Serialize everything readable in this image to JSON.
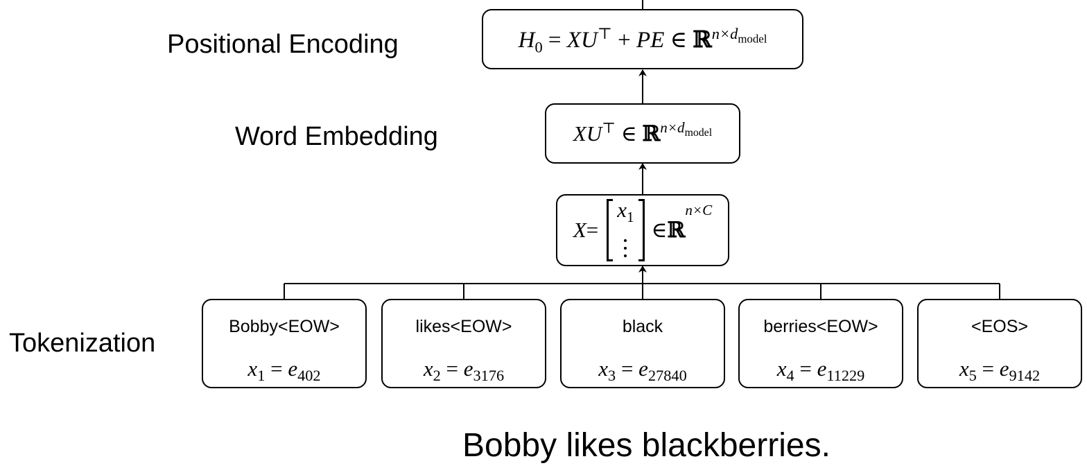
{
  "stages": {
    "positional": "Positional Encoding",
    "word_embedding": "Word Embedding",
    "tokenization": "Tokenization"
  },
  "formulas": {
    "positional": {
      "lhs": "H",
      "lhs_sub": "0",
      "eq": " = ",
      "x": "XU",
      "t": "⊤",
      "plus": " + ",
      "pe": "PE",
      "in": " ∈ ",
      "real": "ℝ",
      "dim": "n×d",
      "dim_sub": "model"
    },
    "word_embedding": {
      "x": "XU",
      "t": "⊤",
      "in": " ∈ ",
      "real": "ℝ",
      "dim": "n×d",
      "dim_sub": "model"
    },
    "x_matrix": {
      "lhs": "X",
      "eq": " = ",
      "row_var": "x",
      "row_sub": "1",
      "in": " ∈ ",
      "real": "ℝ",
      "dim": "n×C"
    }
  },
  "tokens": [
    {
      "text": "Bobby<EOW>",
      "var": "x",
      "var_sub": "1",
      "eq": " = ",
      "emb": "e",
      "emb_sub": "402"
    },
    {
      "text": "likes<EOW>",
      "var": "x",
      "var_sub": "2",
      "eq": " = ",
      "emb": "e",
      "emb_sub": "3176"
    },
    {
      "text": "black",
      "var": "x",
      "var_sub": "3",
      "eq": " = ",
      "emb": "e",
      "emb_sub": "27840"
    },
    {
      "text": "berries<EOW>",
      "var": "x",
      "var_sub": "4",
      "eq": " = ",
      "emb": "e",
      "emb_sub": "11229"
    },
    {
      "text": "<EOS>",
      "var": "x",
      "var_sub": "5",
      "eq": " = ",
      "emb": "e",
      "emb_sub": "9142"
    }
  ],
  "sentence": "Bobby likes blackberries.",
  "colors": {
    "stroke": "#000000",
    "background": "#ffffff"
  }
}
